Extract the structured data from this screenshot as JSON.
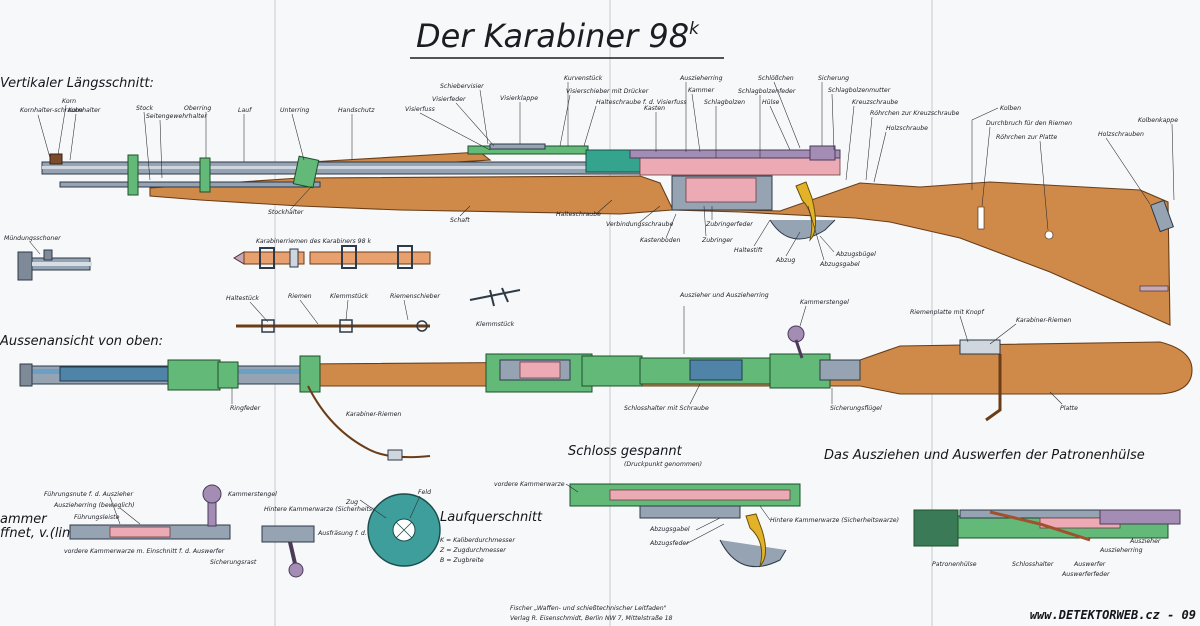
{
  "title": {
    "main": "Der Karabiner 98",
    "sup": "k"
  },
  "sections": {
    "vertical": "Vertikaler Längsschnitt:",
    "top": "Aussenansicht von oben:",
    "cocked": "Schloss gespannt",
    "extract": "Das Ausziehen und Auswerfen der Patronenhülse",
    "strap": "Karabinerriemen des Karabiners 98 k",
    "bore": "Laufquerschnitt",
    "bolt_left": "ammer",
    "bolt_left2": "ffnet, v.(links)"
  },
  "labels": {
    "kornhalterschraube": "Kornhalter-schraube",
    "korn": "Korn",
    "kornhalter": "Kornhalter",
    "stock": "Stock",
    "seitengewehrhalter": "Seitengewehrhalter",
    "oberring": "Oberring",
    "lauf": "Lauf",
    "unterring": "Unterring",
    "handschutz": "Handschutz",
    "visierfuss": "Visierfuss",
    "visierfeder": "Visierfeder",
    "schiebevisier": "Schiebervisier",
    "visierklappe": "Visierklappe",
    "kurvenstueck": "Kurvenstück",
    "visierschieber": "Visierschieber mit Drücker",
    "halteschraube": "Halteschraube f. d. Visierfuss",
    "kasten": "Kasten",
    "auszieherring": "Auszieherring",
    "kammer": "Kammer",
    "schlagbolzen": "Schlagbolzen",
    "schloesschen": "Schlößchen",
    "schlagbolzenfeder": "Schlagbolzenfeder",
    "huelse": "Hülse",
    "sicherung": "Sicherung",
    "schlagbolzenmutter": "Schlagbolzenmutter",
    "kreuzschraube": "Kreuzschraube",
    "roehrchen_kreuz": "Röhrchen zur Kreuzschraube",
    "holzschraube_top": "Holzschraube",
    "kolben": "Kolben",
    "durchbruch": "Durchbruch für den Riemen",
    "roehrchen_platte": "Röhrchen zur Platte",
    "holzschrauben": "Holzschrauben",
    "kolbenkappe": "Kolbenkappe",
    "stockhalter": "Stockhalter",
    "schaft": "Schaft",
    "halteschraube2": "Halteschraube",
    "verbindungsschraube": "Verbindungsschraube",
    "kastenboden": "Kastenboden",
    "zubringerfeder": "Zubringerfeder",
    "zubringer": "Zubringer",
    "haltestift": "Haltestift",
    "abzug": "Abzug",
    "abzugsbuegel": "Abzugsbügel",
    "abzugsgabel": "Abzugsgabel",
    "muendungsschoner": "Mündungsschoner",
    "haltestueck": "Haltestück",
    "riemen": "Riemen",
    "klemmstueck": "Klemmstück",
    "riemenschieber": "Riemenschieber",
    "klemmstueck2": "Klemmstück",
    "auszieher_ring": "Auszieher und Auszieherring",
    "kammerstengel": "Kammerstengel",
    "riemenplatte": "Riemenplatte mit Knopf",
    "karabinerriemen": "Karabiner-Riemen",
    "ringfeder": "Ringfeder",
    "karabinerriemen2": "Karabiner-Riemen",
    "schlosshalter": "Schlosshalter mit Schraube",
    "sicherungsfluegel": "Sicherungsflügel",
    "platte": "Platte",
    "druckpunkt": "(Druckpunkt genommen)",
    "vordere_kammerwarze": "vordere Kammerwarze",
    "abzugsgabel2": "Abzugsgabel",
    "abzugsfeder": "Abzugsfeder",
    "hintere_kammerwarze": "Hintere Kammerwarze (Sicherheitswarze)",
    "fuehrungsnute": "Führungsnute f. d. Auszieher",
    "auszieherring_beweglich": "Auszieherring (beweglich)",
    "fuehrungsleiste": "Führungsleiste",
    "vordere_einschnitt": "vordere Kammerwarze m. Einschnitt f. d. Auswerfer",
    "kammerstengel2": "Kammerstengel",
    "hintere_kammerwarze2": "Hintere Kammerwarze (Sicherheitswarze)",
    "ausfraesung": "Ausfräsung f. d. Schlagbolzen-mutter",
    "sicherungsrast": "Sicherungsrast",
    "zug": "Zug",
    "feld": "Feld",
    "bore_k": "K = Kaliberdurchmesser",
    "bore_z": "Z = Zugdurchmesser",
    "bore_b": "B = Zugbreite",
    "patronenhuelse": "Patronenhülse",
    "schlosshalter2": "Schlosshalter",
    "auswerfer": "Auswerfer",
    "auswerferfeder": "Auswerferfeder",
    "auszieher": "Auszieher",
    "auszieherring2": "Auszieherring"
  },
  "footer": {
    "pub1": "Fischer „Waffen- und schießtechnischer Leitfaden\"",
    "pub2": "Verlag R. Eisenschmidt, Berlin NW 7, Mittelstraße 18",
    "watermark": "www.DETEKTORWEB.cz - 09"
  },
  "colors": {
    "wood": "#cf8a49",
    "metal": "#96a3b3",
    "barrel": "#4f84a8",
    "fittings": "#62b978",
    "springs": "#ecabb4",
    "paper": "#f6f8f9"
  }
}
